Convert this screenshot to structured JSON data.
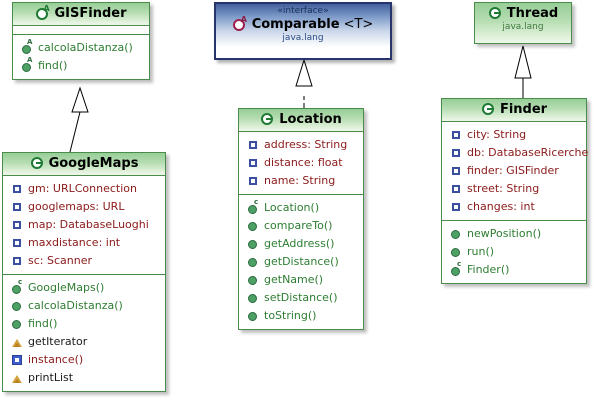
{
  "diagram": {
    "kind": "uml-class-diagram",
    "background": "#ffffff",
    "colors": {
      "class_border": "#4a8c4a",
      "class_header_top": "#97ce97",
      "class_header_bottom": "#eef7ea",
      "interface_border": "#28346b",
      "interface_header_top": "#44619e",
      "attribute_text": "#8b1a1a",
      "method_text": "#2e7d32",
      "package_text": "#3f7a3f",
      "connector": "#000000"
    }
  },
  "classes": {
    "gisfinder": {
      "name": "GISFinder",
      "icon": "abstract-class-icon",
      "package": "",
      "stereotype": "",
      "attributes": [],
      "methods": [
        {
          "label": "calcolaDistanza()",
          "icon": "abstract-method-icon",
          "kind": "method"
        },
        {
          "label": "find()",
          "icon": "abstract-method-icon",
          "kind": "method"
        }
      ]
    },
    "googlemaps": {
      "name": "GoogleMaps",
      "icon": "class-icon",
      "package": "",
      "stereotype": "",
      "attributes": [
        {
          "label": "gm: URLConnection",
          "icon": "private-field-icon",
          "kind": "attribute"
        },
        {
          "label": "googlemaps: URL",
          "icon": "private-field-icon",
          "kind": "attribute"
        },
        {
          "label": "map: DatabaseLuoghi",
          "icon": "private-field-icon",
          "kind": "attribute"
        },
        {
          "label": "maxdistance: int",
          "icon": "private-field-icon",
          "kind": "attribute"
        },
        {
          "label": "sc: Scanner",
          "icon": "private-field-icon",
          "kind": "attribute"
        }
      ],
      "methods": [
        {
          "label": "GoogleMaps()",
          "icon": "constructor-icon",
          "kind": "method"
        },
        {
          "label": "calcolaDistanza()",
          "icon": "public-method-icon",
          "kind": "method"
        },
        {
          "label": "find()",
          "icon": "public-method-icon",
          "kind": "method"
        },
        {
          "label": "getIterator",
          "icon": "triangle-icon",
          "kind": "plain"
        },
        {
          "label": "instance()",
          "icon": "static-field-icon",
          "kind": "attribute"
        },
        {
          "label": "printList",
          "icon": "triangle-icon",
          "kind": "plain"
        }
      ]
    },
    "comparable": {
      "name": "Comparable",
      "generic": "<T>",
      "icon": "interface-icon",
      "stereotype": "«interface»",
      "package": "java.lang",
      "attributes": [],
      "methods": []
    },
    "location": {
      "name": "Location",
      "icon": "class-icon",
      "package": "",
      "stereotype": "",
      "attributes": [
        {
          "label": "address: String",
          "icon": "private-field-icon",
          "kind": "attribute"
        },
        {
          "label": "distance: float",
          "icon": "private-field-icon",
          "kind": "attribute"
        },
        {
          "label": "name: String",
          "icon": "private-field-icon",
          "kind": "attribute"
        }
      ],
      "methods": [
        {
          "label": "Location()",
          "icon": "constructor-icon",
          "kind": "method"
        },
        {
          "label": "compareTo()",
          "icon": "public-method-icon",
          "kind": "method"
        },
        {
          "label": "getAddress()",
          "icon": "public-method-icon",
          "kind": "method"
        },
        {
          "label": "getDistance()",
          "icon": "public-method-icon",
          "kind": "method"
        },
        {
          "label": "getName()",
          "icon": "public-method-icon",
          "kind": "method"
        },
        {
          "label": "setDistance()",
          "icon": "public-method-icon",
          "kind": "method"
        },
        {
          "label": "toString()",
          "icon": "public-method-icon",
          "kind": "method"
        }
      ]
    },
    "thread": {
      "name": "Thread",
      "icon": "class-icon",
      "package": "java.lang",
      "stereotype": "",
      "attributes": [],
      "methods": []
    },
    "finder": {
      "name": "Finder",
      "icon": "class-icon",
      "package": "",
      "stereotype": "",
      "attributes": [
        {
          "label": "city: String",
          "icon": "private-field-icon",
          "kind": "attribute"
        },
        {
          "label": "db: DatabaseRicerche",
          "icon": "private-field-icon",
          "kind": "attribute"
        },
        {
          "label": "finder: GISFinder",
          "icon": "private-field-icon",
          "kind": "attribute"
        },
        {
          "label": "street: String",
          "icon": "private-field-icon",
          "kind": "attribute"
        },
        {
          "label": "changes: int",
          "icon": "private-field-icon",
          "kind": "attribute"
        }
      ],
      "methods": [
        {
          "label": "newPosition()",
          "icon": "public-method-icon",
          "kind": "method"
        },
        {
          "label": "run()",
          "icon": "public-method-icon",
          "kind": "method"
        },
        {
          "label": "Finder()",
          "icon": "constructor-icon",
          "kind": "method"
        }
      ]
    }
  },
  "relations": [
    {
      "name": "googlemaps-extends-gisfinder",
      "from": "GoogleMaps",
      "to": "GISFinder",
      "type": "generalization"
    },
    {
      "name": "location-implements-comparable",
      "from": "Location",
      "to": "Comparable",
      "type": "realization"
    },
    {
      "name": "finder-extends-thread",
      "from": "Finder",
      "to": "Thread",
      "type": "generalization"
    }
  ]
}
